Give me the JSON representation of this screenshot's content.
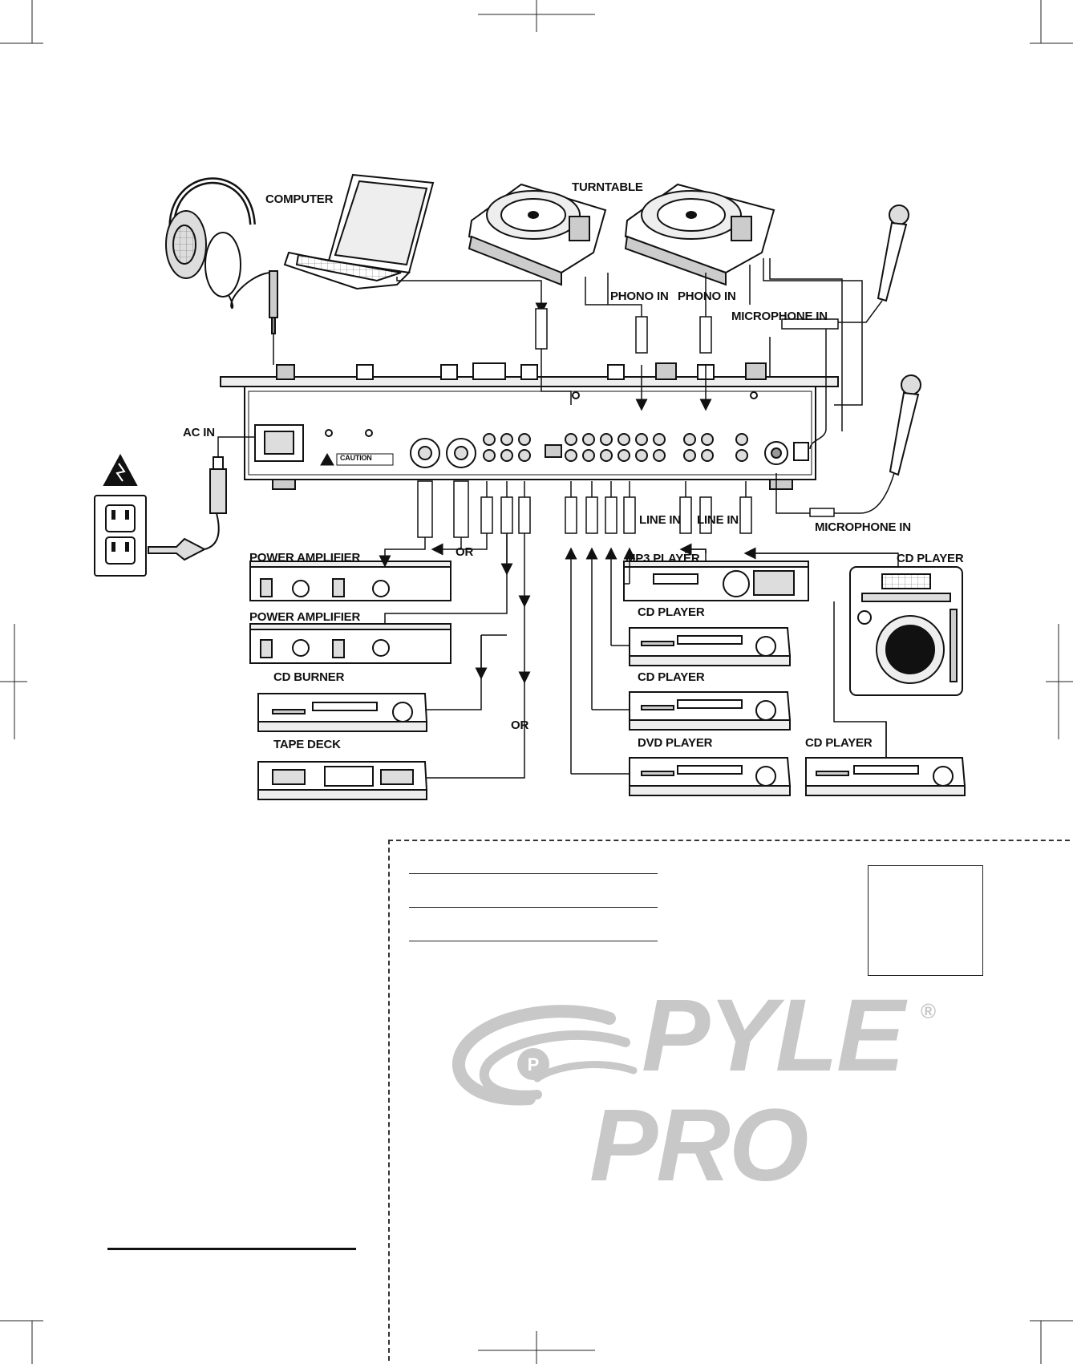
{
  "labels": {
    "computer": "COMPUTER",
    "turntable": "TURNTABLE",
    "phono_in_1": "PHONO IN",
    "phono_in_2": "PHONO IN",
    "microphone_in_top": "MICROPHONE IN",
    "ac_in": "AC IN",
    "or_amp": "OR",
    "line_in_1": "LINE IN",
    "line_in_2": "LINE IN",
    "microphone_in_bottom": "MICROPHONE IN",
    "power_amplifier_1": "POWER AMPLIFIER",
    "power_amplifier_2": "POWER AMPLIFIER",
    "mp3_player": "MP3 PLAYER",
    "cd_player_right": "CD PLAYER",
    "cd_player_1": "CD PLAYER",
    "cd_burner": "CD BURNER",
    "cd_player_2": "CD PLAYER",
    "or_record": "OR",
    "tape_deck": "TAPE DECK",
    "dvd_player": "DVD PLAYER",
    "cd_player_bottom": "CD PLAYER"
  },
  "mixer_panel": {
    "caution": "CAUTION"
  },
  "logo": {
    "line1": "PYLE",
    "line2": "PRO",
    "mark": "P",
    "registered": "®"
  },
  "icons": [
    "headphones-icon",
    "laptop-icon",
    "turntable-icon",
    "microphone-icon",
    "power-outlet-icon",
    "warning-icon",
    "amplifier-icon",
    "cd-player-icon",
    "tape-deck-icon",
    "dvd-player-icon",
    "mp3-player-icon",
    "dj-cd-player-icon"
  ]
}
